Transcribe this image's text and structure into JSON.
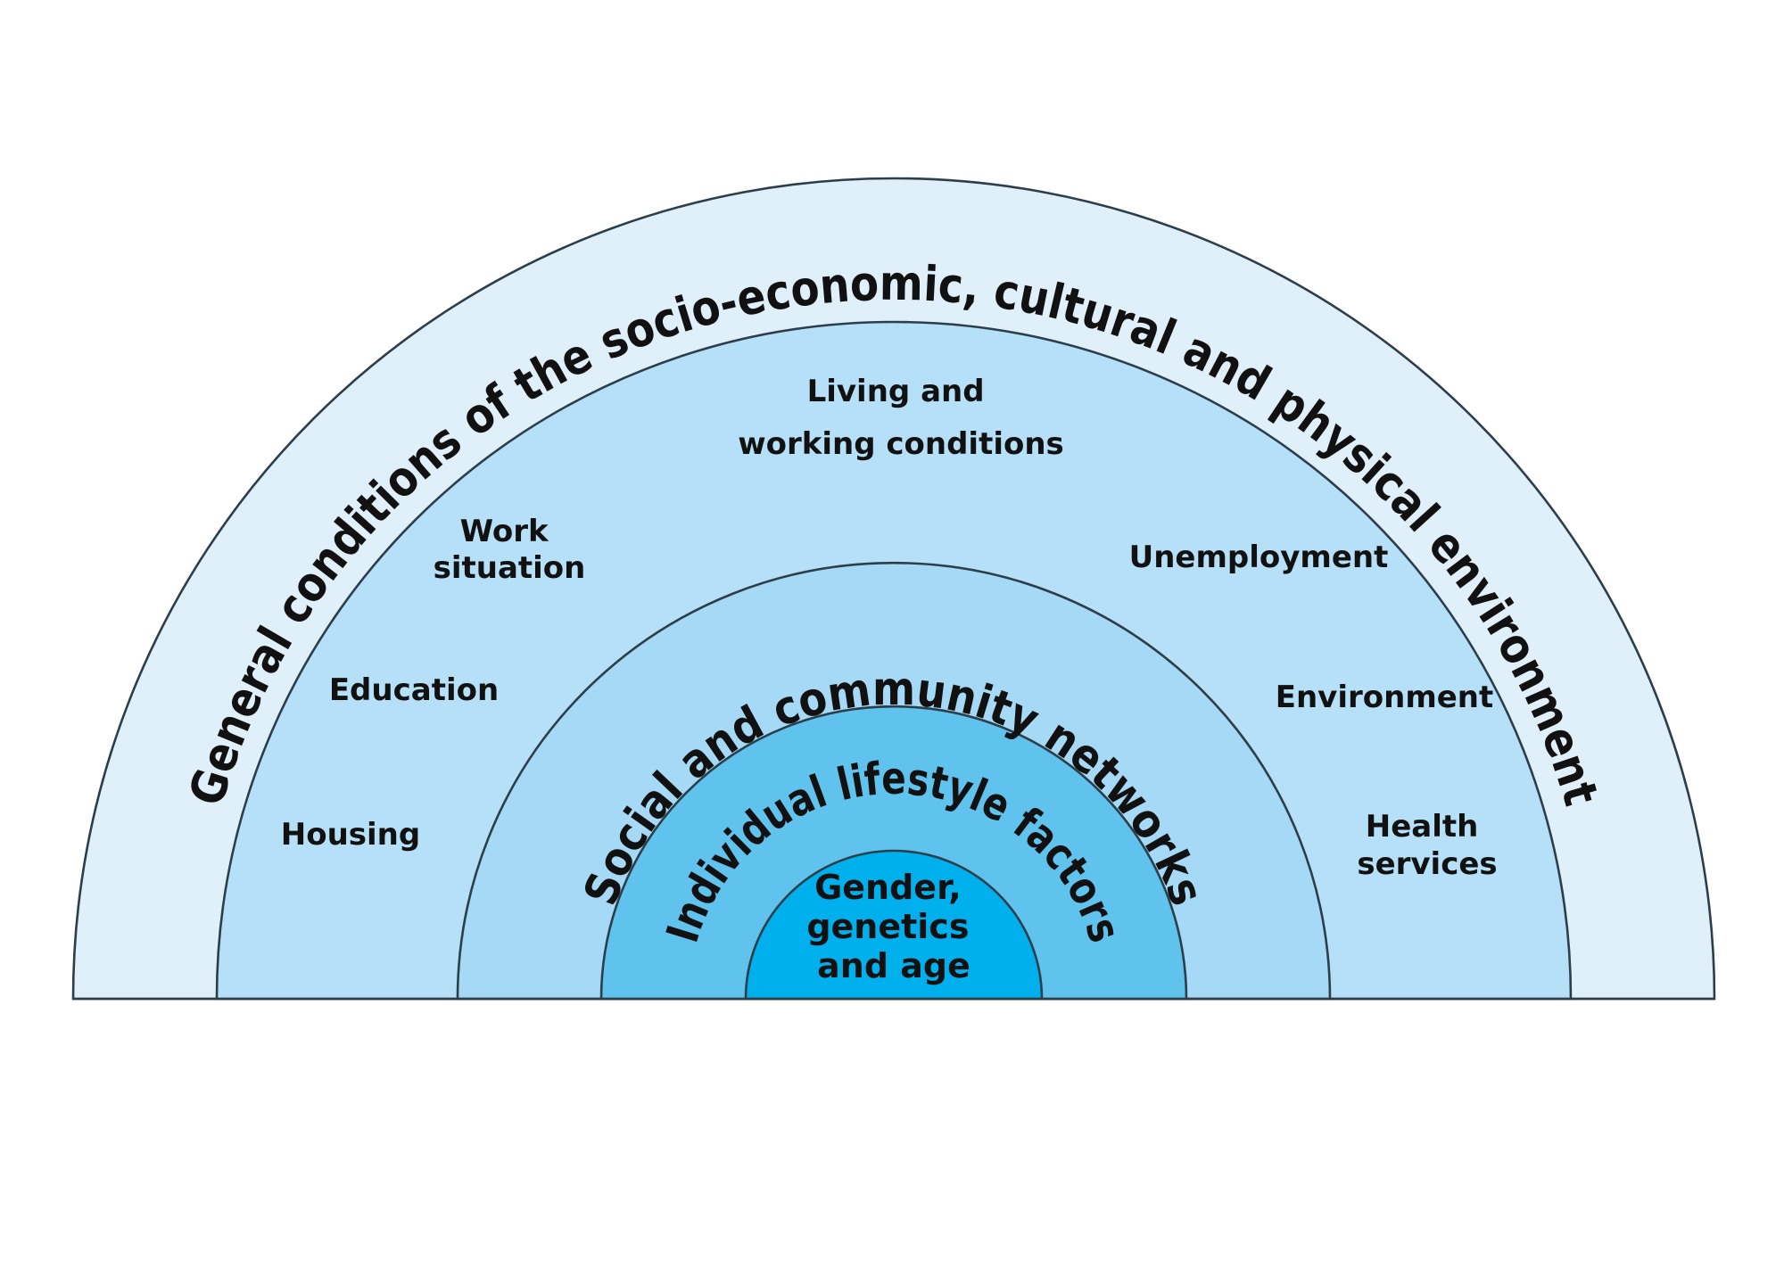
{
  "colors": {
    "outer_band": "#e0f0fb",
    "living_band": "#b6e0f8",
    "social_band": "#a5d9f5",
    "lifestyle_band": "#5fc3ed",
    "core": "#00b0ec",
    "outline": "#2b3e4a",
    "text": "#111111"
  },
  "layers": {
    "general": "General conditions of the socio-economic, cultural and physical environment",
    "social": "Social and community networks",
    "lifestyle": "Individual lifestyle factors"
  },
  "living": {
    "line1": "Living and",
    "line2": "working conditions"
  },
  "factors": {
    "work_line1": "Work",
    "work_line2": "situation",
    "education": "Education",
    "housing": "Housing",
    "unemployment": "Unemployment",
    "environment": "Environment",
    "health_line1": "Health",
    "health_line2": "services"
  },
  "core": {
    "line1": "Gender,",
    "line2": "genetics",
    "line3": "and age"
  }
}
